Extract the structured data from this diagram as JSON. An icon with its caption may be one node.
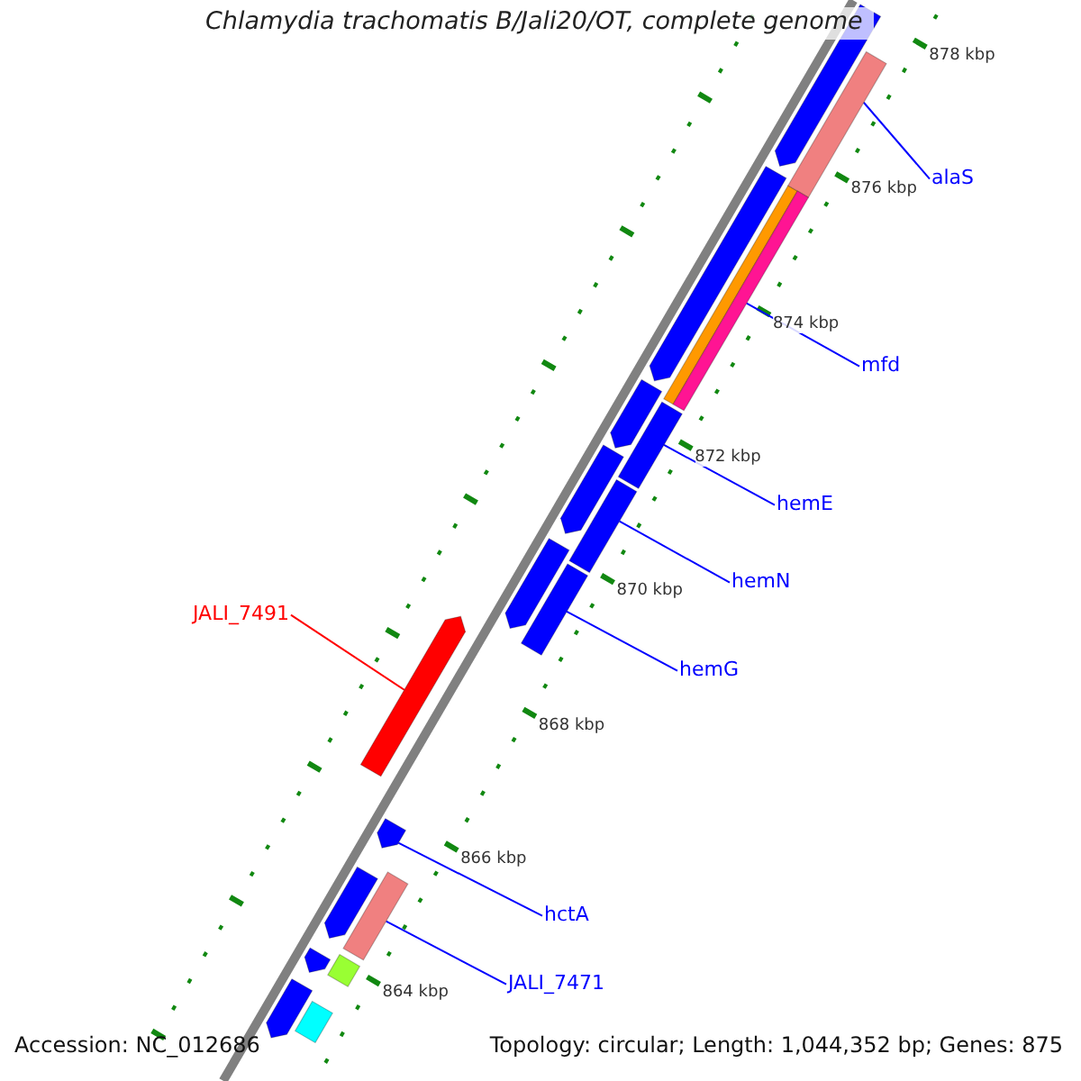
{
  "diagram": {
    "title": "Chlamydia trachomatis B/Jali20/OT, complete genome",
    "nodes": [
      {
        "text": [
          "alaS"
        ]
      },
      {
        "text": [
          "mfd"
        ]
      },
      {
        "text": [
          "hemE"
        ]
      },
      {
        "text": [
          "hemN"
        ]
      },
      {
        "text": [
          "JALI_7491"
        ]
      },
      {
        "text": [
          "hemG"
        ]
      },
      {
        "text": [
          "hctA"
        ]
      },
      {
        "text": [
          "JALI_7471"
        ]
      },
      {
        "text": [],
        "shape": "bar"
      },
      {
        "text": [],
        "shape": "bar"
      },
      {
        "text": [],
        "shape": "bar"
      },
      {
        "text": [],
        "shape": "bar"
      },
      {
        "text": [],
        "shape": "bar"
      },
      {
        "text": [],
        "shape": "bar"
      },
      {
        "text": [],
        "shape": "bar"
      },
      {
        "text": [],
        "shape": "bar"
      }
    ],
    "edges": [
      {
        "from": 0,
        "to": 8,
        "arrow": "none"
      },
      {
        "from": 1,
        "to": 9,
        "arrow": "none"
      },
      {
        "from": 2,
        "to": 10,
        "arrow": "none"
      },
      {
        "from": 3,
        "to": 11,
        "arrow": "none"
      },
      {
        "from": 4,
        "to": 12,
        "arrow": "none",
        "color": "#ff0000"
      },
      {
        "from": 5,
        "to": 13,
        "arrow": "none"
      },
      {
        "from": 6,
        "to": 14,
        "arrow": "none"
      },
      {
        "from": 7,
        "to": 15,
        "arrow": "none"
      }
    ],
    "labels": [
      "878 kbp",
      "876 kbp",
      "874 kbp",
      "872 kbp",
      "870 kbp",
      "868 kbp",
      "866 kbp",
      "864 kbp",
      "Accession: NC_012686",
      "Topology: circular; Length: 1,044,352 bp; Genes: 875"
    ]
  }
}
